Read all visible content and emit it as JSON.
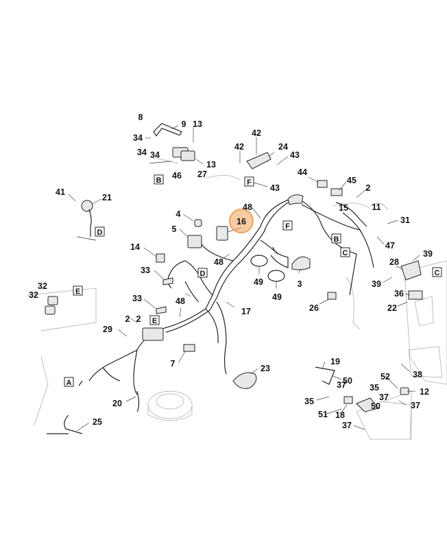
{
  "diagram": {
    "highlight_color": "#f0a35a",
    "highlighted_label": "16",
    "callouts": [
      "8",
      "9",
      "34",
      "34",
      "34",
      "13",
      "13",
      "46",
      "27",
      "42",
      "42",
      "24",
      "43",
      "43",
      "44",
      "45",
      "2",
      "15",
      "11",
      "31",
      "47",
      "41",
      "21",
      "4",
      "5",
      "16",
      "48",
      "48",
      "14",
      "33",
      "33",
      "48",
      "2",
      "2",
      "29",
      "7",
      "17",
      "23",
      "3",
      "49",
      "49",
      "26",
      "28",
      "39",
      "39",
      "36",
      "22",
      "38",
      "32",
      "32",
      "20",
      "25",
      "19",
      "50",
      "50",
      "52",
      "12",
      "35",
      "35",
      "37",
      "37",
      "37",
      "51",
      "18"
    ],
    "section_labels": [
      "B",
      "F",
      "D",
      "D",
      "E",
      "E",
      "A",
      "F",
      "B",
      "C",
      "C"
    ]
  }
}
